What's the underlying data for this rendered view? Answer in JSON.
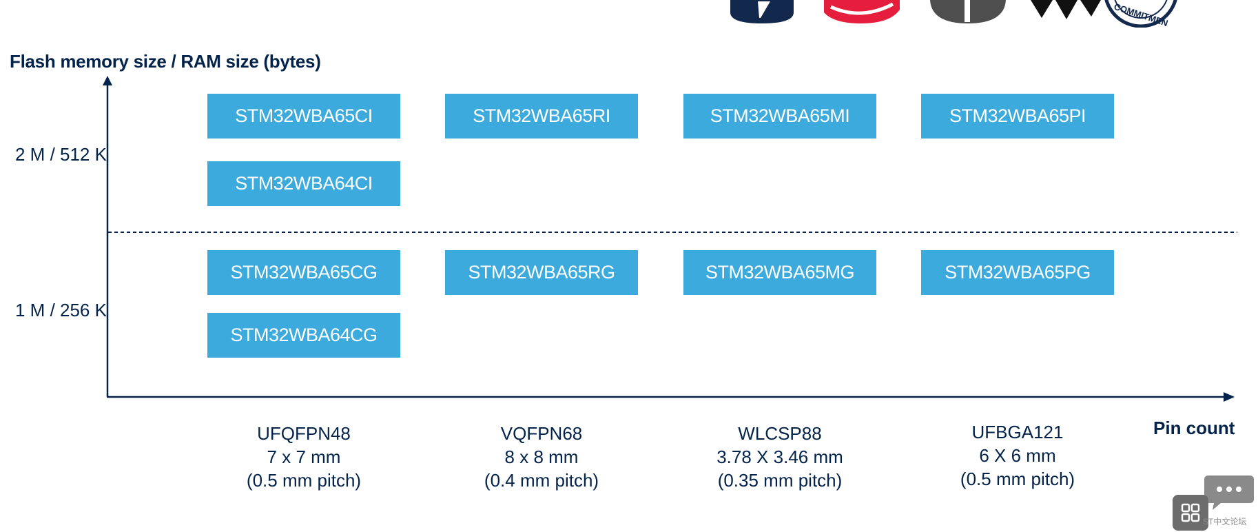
{
  "y_axis": {
    "title": "Flash memory size / RAM size (bytes)",
    "levels": [
      {
        "label": "2 M / 512 K"
      },
      {
        "label": "1 M / 256 K"
      }
    ]
  },
  "x_axis": {
    "title": "Pin count",
    "packages": [
      {
        "name": "UFQFPN48",
        "size": "7 x 7 mm",
        "pitch": "(0.5 mm pitch)"
      },
      {
        "name": "VQFPN68",
        "size": "8 x 8 mm",
        "pitch": "(0.4 mm pitch)"
      },
      {
        "name": "WLCSP88",
        "size": "3.78 X 3.46 mm",
        "pitch": "(0.35 mm pitch)"
      },
      {
        "name": "UFBGA121",
        "size": "6 X 6 mm",
        "pitch": "(0.5 mm pitch)"
      }
    ]
  },
  "parts": {
    "high": {
      "row1": [
        "STM32WBA65CI",
        "STM32WBA65RI",
        "STM32WBA65MI",
        "STM32WBA65PI"
      ],
      "row2": [
        "STM32WBA64CI"
      ]
    },
    "low": {
      "row1": [
        "STM32WBA65CG",
        "STM32WBA65RG",
        "STM32WBA65MG",
        "STM32WBA65PG"
      ],
      "row2": [
        "STM32WBA64CG"
      ]
    }
  },
  "logos": {
    "icons": [
      "blue-shield-logo-icon",
      "red-swoosh-logo-icon",
      "gray-circle-logo-icon",
      "black-star-logo-icon",
      "commitment-seal-icon"
    ],
    "seal_text": "COMMITMEN"
  },
  "forum_badge": {
    "caption": "ST中文论坛"
  },
  "colors": {
    "chip": "#3caadc",
    "text": "#03234b",
    "axis": "#03234b"
  }
}
